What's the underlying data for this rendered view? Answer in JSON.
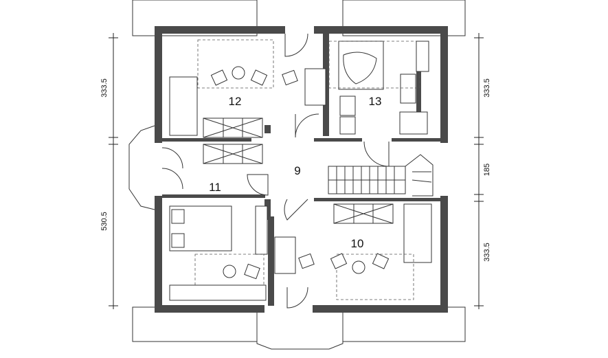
{
  "rooms": {
    "r9": "9",
    "r10": "10",
    "r11": "11",
    "r12": "12",
    "r13": "13"
  },
  "dimensions": {
    "left_top": "333.5",
    "left_bottom": "530.5",
    "right_top": "333.5",
    "right_middle": "185",
    "right_bottom": "333.5"
  },
  "colors": {
    "wall": "#4a4a4a",
    "line": "#333333",
    "background": "#ffffff"
  }
}
